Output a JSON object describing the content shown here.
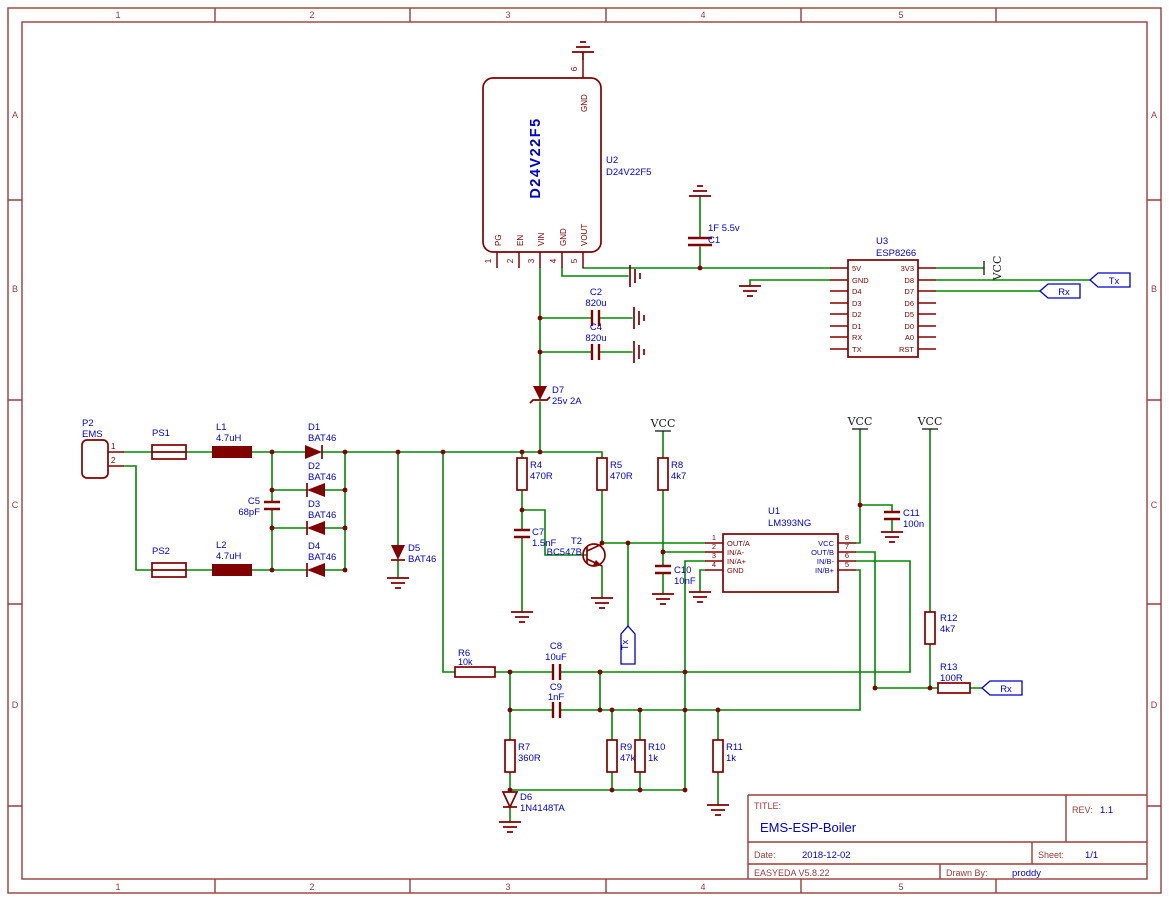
{
  "frame": {
    "cols": [
      "1",
      "2",
      "3",
      "4",
      "5"
    ],
    "rows": [
      "A",
      "B",
      "C",
      "D"
    ]
  },
  "nets": {
    "vcc": "VCC",
    "tx": "Tx",
    "rx": "Rx"
  },
  "u2": {
    "ref": "U2",
    "value": "D24V22F5",
    "body": "D24V22F5",
    "top_pin": {
      "num": "6",
      "name": "GND"
    },
    "pin_nums": [
      "1",
      "2",
      "3",
      "4",
      "5"
    ],
    "pin_names": [
      "PG",
      "EN",
      "VIN",
      "GND",
      "VOUT"
    ]
  },
  "c1": {
    "ref": "C1",
    "value": "1F 5.5v"
  },
  "c2": {
    "ref": "C2",
    "value": "820u"
  },
  "c4": {
    "ref": "C4",
    "value": "820u"
  },
  "d7": {
    "ref": "D7",
    "value": "25v 2A"
  },
  "u3": {
    "ref": "U3",
    "value": "ESP8266",
    "left": [
      "5V",
      "GND",
      "D4",
      "D3",
      "D2",
      "D1",
      "RX",
      "TX"
    ],
    "right": [
      "3V3",
      "D8",
      "D7",
      "D6",
      "D5",
      "D0",
      "A0",
      "RST"
    ]
  },
  "p2": {
    "ref": "P2",
    "value": "EMS",
    "pin_nums": [
      "1",
      "2"
    ]
  },
  "ps1": {
    "ref": "PS1"
  },
  "ps2": {
    "ref": "PS2"
  },
  "l1": {
    "ref": "L1",
    "value": "4.7uH"
  },
  "l2": {
    "ref": "L2",
    "value": "4.7uH"
  },
  "d1": {
    "ref": "D1",
    "value": "BAT46"
  },
  "d2": {
    "ref": "D2",
    "value": "BAT46"
  },
  "d3": {
    "ref": "D3",
    "value": "BAT46"
  },
  "d4": {
    "ref": "D4",
    "value": "BAT46"
  },
  "d5": {
    "ref": "D5",
    "value": "BAT46"
  },
  "c5": {
    "ref": "C5",
    "value": "68pF"
  },
  "r4": {
    "ref": "R4",
    "value": "470R"
  },
  "r5": {
    "ref": "R5",
    "value": "470R"
  },
  "c7": {
    "ref": "C7",
    "value": "1.5nF"
  },
  "t2": {
    "ref": "T2",
    "value": "BC547B"
  },
  "r8": {
    "ref": "R8",
    "value": "4k7"
  },
  "u1": {
    "ref": "U1",
    "value": "LM393NG",
    "left_nums": [
      "1",
      "2",
      "3",
      "4"
    ],
    "left_names": [
      "OUT/A",
      "IN/A-",
      "IN/A+",
      "GND"
    ],
    "right_nums": [
      "8",
      "7",
      "6",
      "5"
    ],
    "right_names": [
      "VCC",
      "OUT/B",
      "IN/B-",
      "IN/B+"
    ]
  },
  "c10": {
    "ref": "C10",
    "value": "10nF"
  },
  "c11": {
    "ref": "C11",
    "value": "100n"
  },
  "r12": {
    "ref": "R12",
    "value": "4k7"
  },
  "r13": {
    "ref": "R13",
    "value": "100R"
  },
  "r6": {
    "ref": "R6",
    "value": "10k"
  },
  "c8": {
    "ref": "C8",
    "value": "10uF"
  },
  "c9": {
    "ref": "C9",
    "value": "1nF"
  },
  "r7": {
    "ref": "R7",
    "value": "360R"
  },
  "r9": {
    "ref": "R9",
    "value": "47k"
  },
  "r10": {
    "ref": "R10",
    "value": "1k"
  },
  "r11": {
    "ref": "R11",
    "value": "1k"
  },
  "d6": {
    "ref": "D6",
    "value": "1N4148TA"
  },
  "title_block": {
    "title_label": "TITLE:",
    "title": "EMS-ESP-Boiler",
    "rev_label": "REV:",
    "rev": "1.1",
    "date_label": "Date:",
    "date": "2018-12-02",
    "sheet_label": "Sheet:",
    "sheet": "1/1",
    "tool": "EASYEDA V5.8.22",
    "drawn_label": "Drawn By:",
    "drawn_by": "proddy"
  }
}
